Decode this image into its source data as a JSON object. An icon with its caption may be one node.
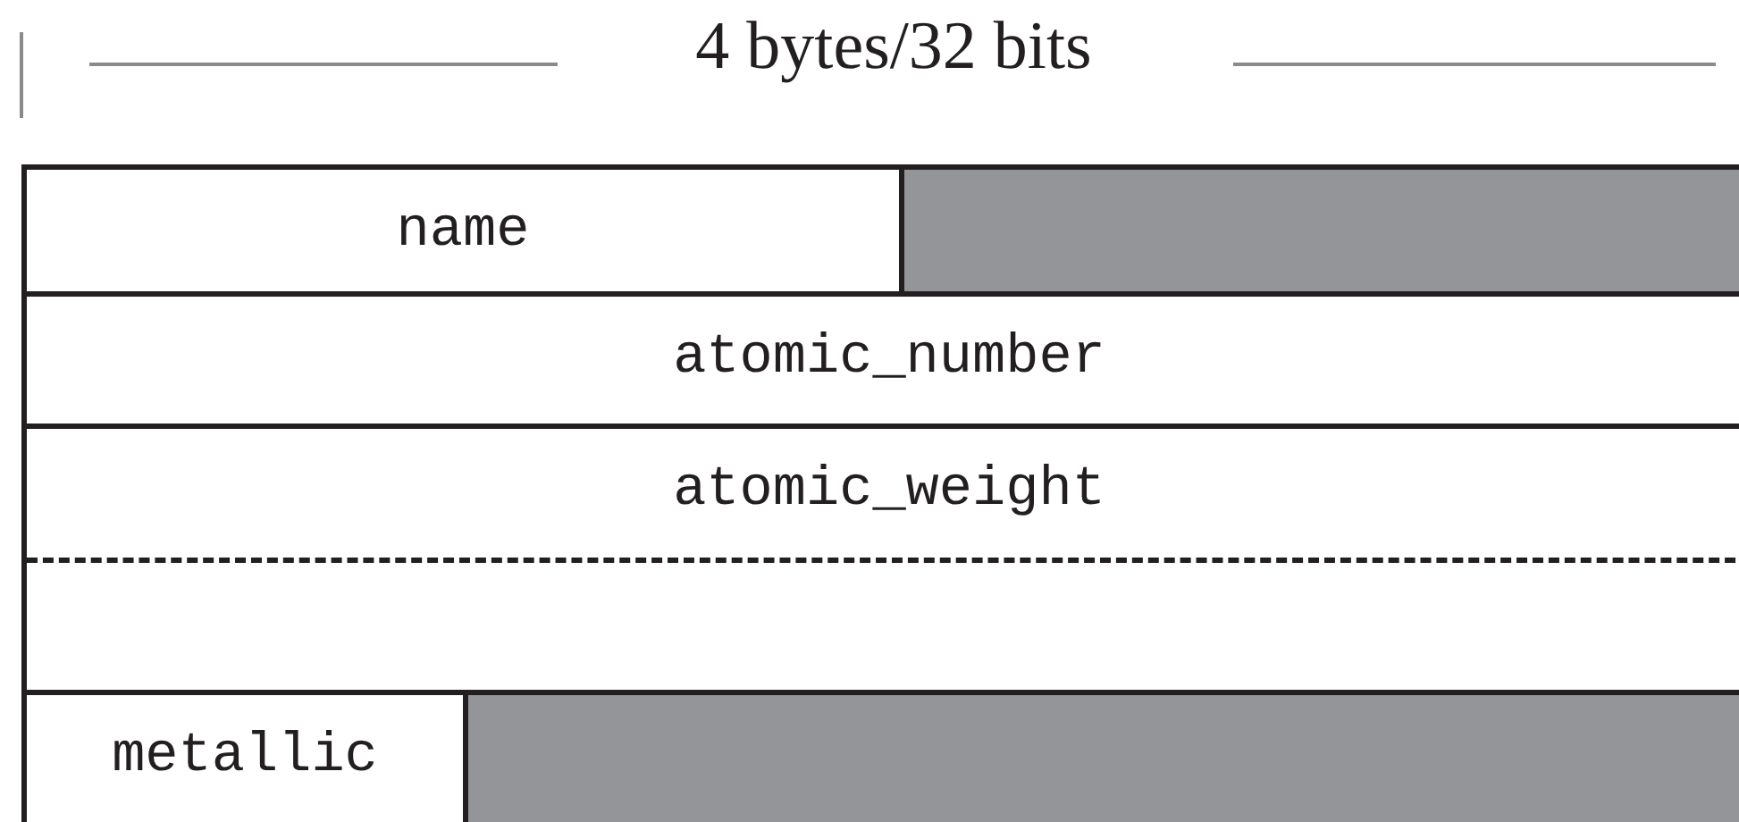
{
  "diagram": {
    "nodes": [
      {
        "text": [
          "name"
        ]
      },
      {
        "text": [],
        "shape": "box"
      },
      {
        "text": [
          "atomic_number"
        ]
      },
      {
        "text": [
          "atomic_weight"
        ]
      },
      {
        "text": [
          "metallic"
        ]
      },
      {
        "text": [],
        "shape": "box"
      }
    ],
    "labels": [
      "4 bytes/32 bits"
    ]
  }
}
